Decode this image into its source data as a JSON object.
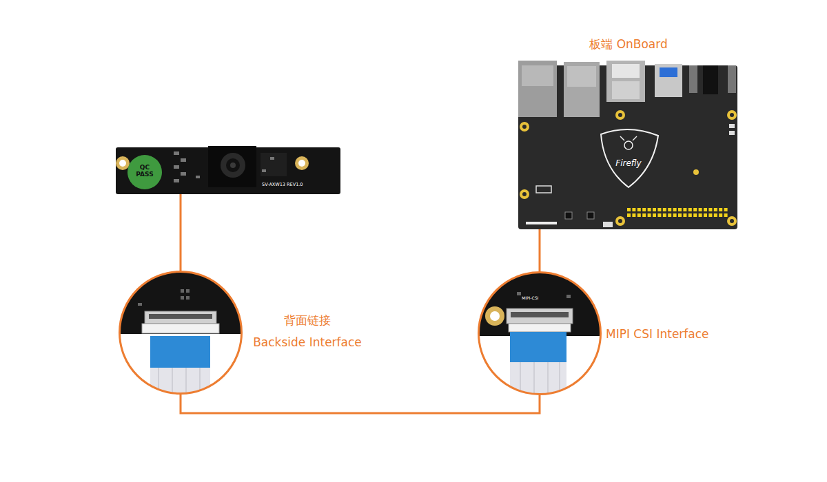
{
  "diagram": {
    "nodes": [
      {
        "text": [
          "QC PASS",
          "SV-AXW13 REV1.0"
        ]
      },
      {
        "text": [
          "背面链接",
          "Backside Interface"
        ]
      },
      {
        "text": [
          "MIPI-CSI",
          "MIPI CSI Interface"
        ]
      },
      {
        "text": [
          "板端 OnBoard",
          "Firefly"
        ]
      }
    ],
    "edges": [
      {
        "from": 0,
        "to": 1,
        "arrow": "none"
      },
      {
        "from": 1,
        "to": 2,
        "arrow": "none"
      },
      {
        "from": 2,
        "to": 3,
        "arrow": "none"
      }
    ]
  }
}
